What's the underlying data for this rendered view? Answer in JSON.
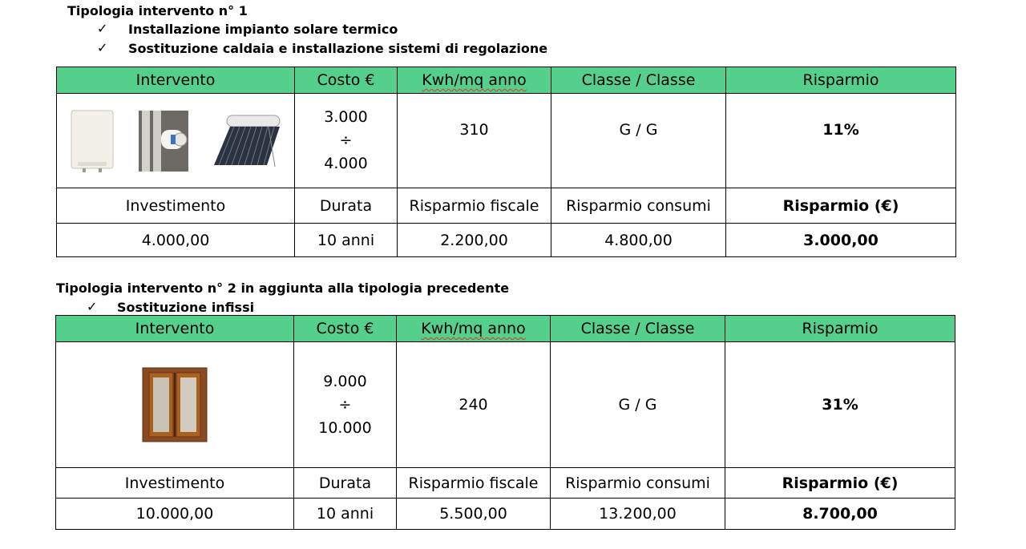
{
  "sections": [
    {
      "title": "Tipologia intervento n° 1",
      "bullets": [
        "Installazione impianto solare termico",
        "Sostituzione caldaia e installazione sistemi di regolazione"
      ],
      "table": {
        "headers": [
          "Intervento",
          "Costo €",
          "Kwh/mq anno",
          "Classe / Classe",
          "Risparmio"
        ],
        "cost_range": [
          "3.000",
          "÷",
          "4.000"
        ],
        "kwh": "310",
        "classe": "G / G",
        "risparmio_pct": "11%",
        "labels": [
          "Investimento",
          "Durata",
          "Risparmio fiscale",
          "Risparmio consumi",
          "Risparmio (€)"
        ],
        "values": [
          "4.000,00",
          "10 anni",
          "2.200,00",
          "4.800,00",
          "3.000,00"
        ]
      }
    },
    {
      "title": "Tipologia intervento n° 2 in aggiunta alla tipologia precedente",
      "bullets": [
        "Sostituzione infissi"
      ],
      "table": {
        "headers": [
          "Intervento",
          "Costo €",
          "Kwh/mq anno",
          "Classe / Classe",
          "Risparmio"
        ],
        "cost_range": [
          "9.000",
          "÷",
          "10.000"
        ],
        "kwh": "240",
        "classe": "G / G",
        "risparmio_pct": "31%",
        "labels": [
          "Investimento",
          "Durata",
          "Risparmio fiscale",
          "Risparmio consumi",
          "Risparmio (€)"
        ],
        "values": [
          "10.000,00",
          "10 anni",
          "5.500,00",
          "13.200,00",
          "8.700,00"
        ]
      }
    }
  ],
  "check_symbol": "✓",
  "images": {
    "section1": [
      "boiler-image",
      "thermostatic-valve-image",
      "solar-water-heater-image"
    ],
    "section2": [
      "window-frame-image"
    ]
  }
}
